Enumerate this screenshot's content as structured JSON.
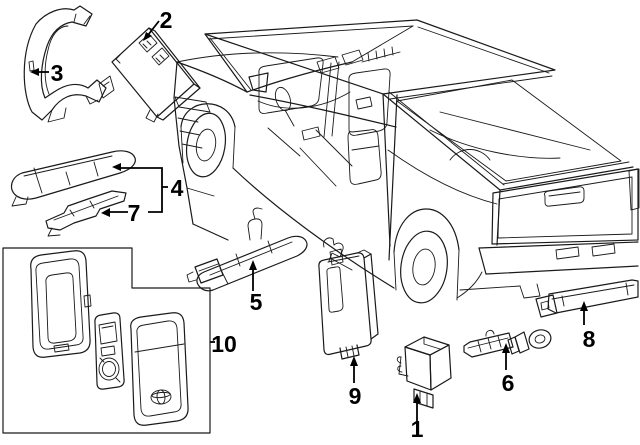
{
  "diagram": {
    "style": {
      "background": "#ffffff",
      "line_color": "#1a1a1a",
      "label_color": "#000000"
    },
    "callouts": {
      "c1": "1",
      "c2": "2",
      "c3": "3",
      "c4": "4",
      "c5": "5",
      "c6": "6",
      "c7": "7",
      "c8": "8",
      "c9": "9",
      "c10": "10"
    }
  }
}
